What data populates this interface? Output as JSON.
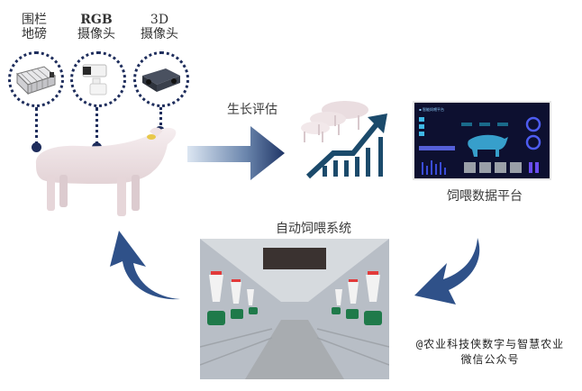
{
  "sensors": [
    {
      "label_line1": "围栏",
      "label_line2": "地磅",
      "icon": "fence-scale-icon"
    },
    {
      "label_line1": "RGB",
      "label_line2": "摄像头",
      "icon": "rgb-camera-icon"
    },
    {
      "label_line1": "3D",
      "label_line2": "摄像头",
      "icon": "3d-camera-icon"
    }
  ],
  "stages": {
    "growth_assessment": "生长评估",
    "feeding_platform": "饲喂数据平台",
    "auto_feeding": "自动饲喂系统"
  },
  "watermark": {
    "line1": "@农业科技侠数字与智慧农业",
    "line2": "微信公众号"
  },
  "colors": {
    "navy": "#1e2d5c",
    "arrow_blue": "#2f5189",
    "chart_teal": "#1b4a6b",
    "dashboard_bg": "#0d1030",
    "dashboard_accent": "#3fb8e6"
  }
}
